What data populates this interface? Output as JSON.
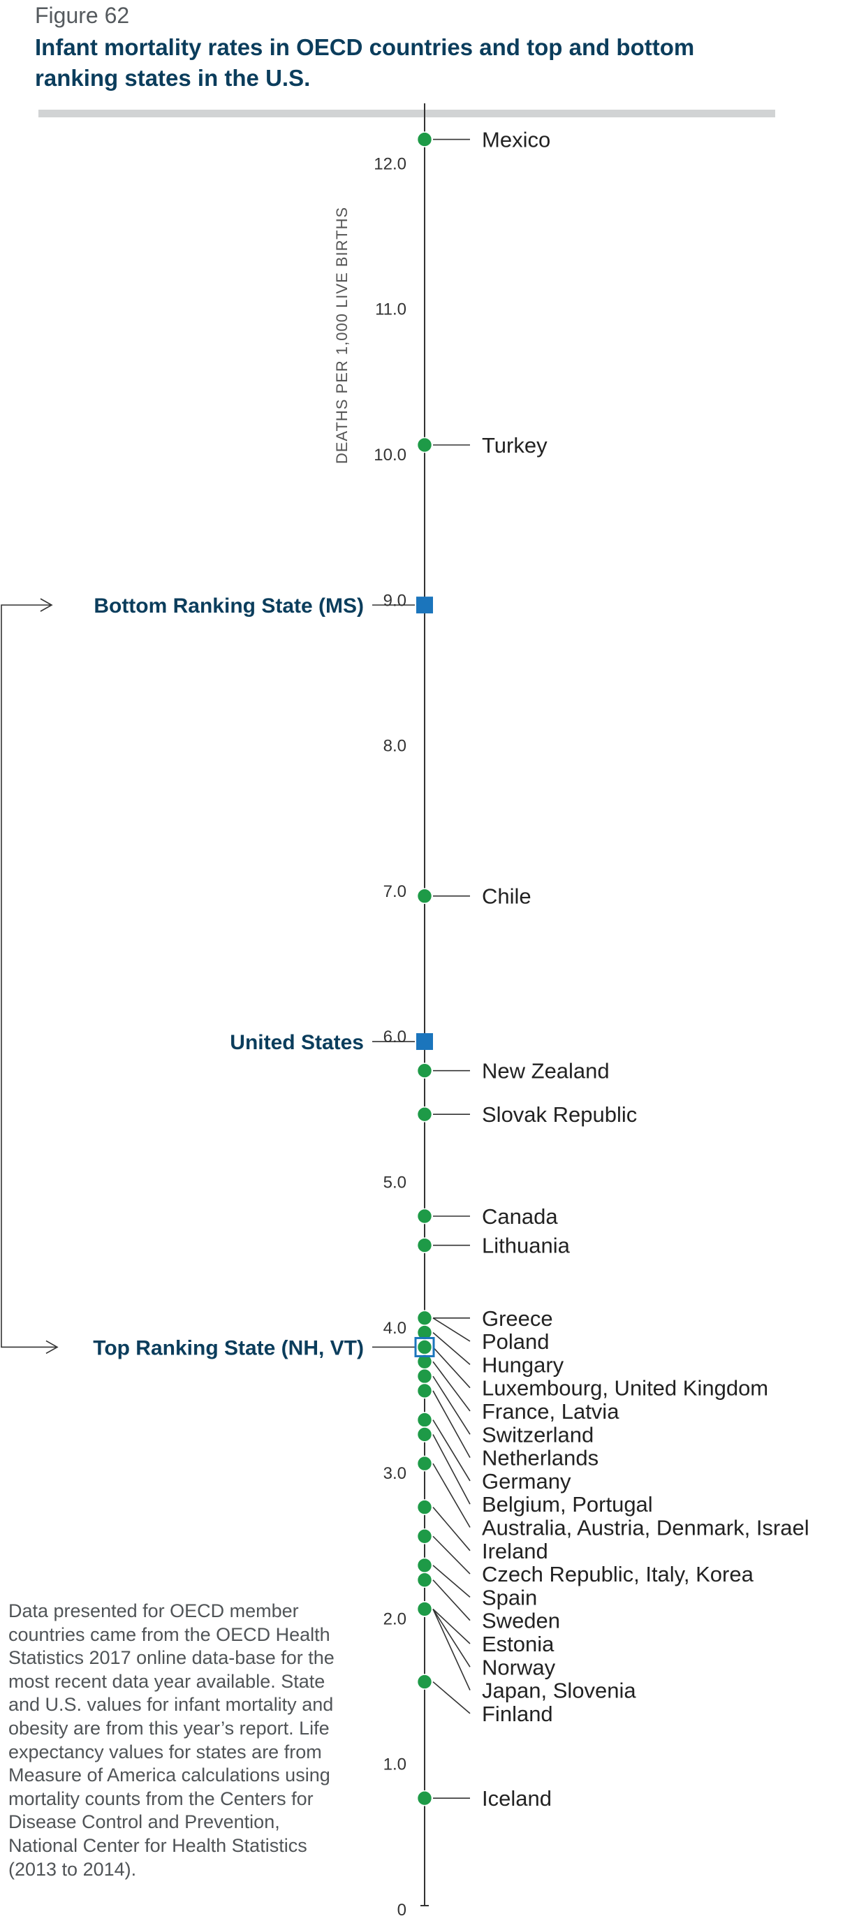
{
  "figure_label": "Figure 62",
  "title": "Infant mortality rates in OECD countries and top and bottom ranking states in the U.S.",
  "source_note": "Data presented for OECD member countries came from the OECD Health Statistics 2017 online data-base for the most recent data year available. State and U.S. values for infant mortality and obesity are from this year’s report. Life expectancy values for states are from Measure of America calculations using mortality counts from the Centers for Disease Control and Prevention, National Center for Health Statistics (2013 to 2014).",
  "colors": {
    "title": "#0b3d5c",
    "country_dot": "#1e9a47",
    "state_marker": "#1b75bc",
    "state_label": "#0b3d5c",
    "axis": "#333333",
    "rule": "#d1d3d4"
  },
  "chart_data": {
    "type": "scatter",
    "orientation": "vertical-dot-strip",
    "ylabel": "DEATHS PER 1,000 LIVE BIRTHS",
    "ylim": [
      0,
      12.3
    ],
    "y_ticks": [
      "0",
      "1.0",
      "2.0",
      "3.0",
      "4.0",
      "5.0",
      "6.0",
      "7.0",
      "8.0",
      "9.0",
      "10.0",
      "11.0",
      "12.0"
    ],
    "tick_values": [
      0,
      1,
      2,
      3,
      4,
      5,
      6,
      7,
      8,
      9,
      10,
      11,
      12
    ],
    "countries": [
      {
        "label": "Mexico",
        "value": 12.1
      },
      {
        "label": "Turkey",
        "value": 10.0
      },
      {
        "label": "Chile",
        "value": 6.9
      },
      {
        "label": "New Zealand",
        "value": 5.7
      },
      {
        "label": "Slovak Republic",
        "value": 5.4
      },
      {
        "label": "Canada",
        "value": 4.7
      },
      {
        "label": "Lithuania",
        "value": 4.5
      },
      {
        "label": "Greece",
        "value": 4.0
      },
      {
        "label": "Poland",
        "value": 4.0
      },
      {
        "label": "Hungary",
        "value": 3.9
      },
      {
        "label": "Luxembourg, United Kingdom",
        "value": 3.8
      },
      {
        "label": "France, Latvia",
        "value": 3.7
      },
      {
        "label": "Switzerland",
        "value": 3.6
      },
      {
        "label": "Netherlands",
        "value": 3.5
      },
      {
        "label": "Germany",
        "value": 3.3
      },
      {
        "label": "Belgium, Portugal",
        "value": 3.2
      },
      {
        "label": "Australia, Austria, Denmark, Israel",
        "value": 3.0
      },
      {
        "label": "Ireland",
        "value": 2.7
      },
      {
        "label": "Czech Republic, Italy, Korea",
        "value": 2.5
      },
      {
        "label": "Spain",
        "value": 2.3
      },
      {
        "label": "Sweden",
        "value": 2.2
      },
      {
        "label": "Estonia",
        "value": 2.0
      },
      {
        "label": "Norway",
        "value": 2.0
      },
      {
        "label": "Japan, Slovenia",
        "value": 2.0
      },
      {
        "label": "Finland",
        "value": 1.5
      },
      {
        "label": "Iceland",
        "value": 0.7
      }
    ],
    "states": [
      {
        "label": "Bottom Ranking State (MS)",
        "value": 8.9
      },
      {
        "label": "United States",
        "value": 5.9
      },
      {
        "label": "Top Ranking State (NH, VT)",
        "value": 3.8
      }
    ]
  }
}
